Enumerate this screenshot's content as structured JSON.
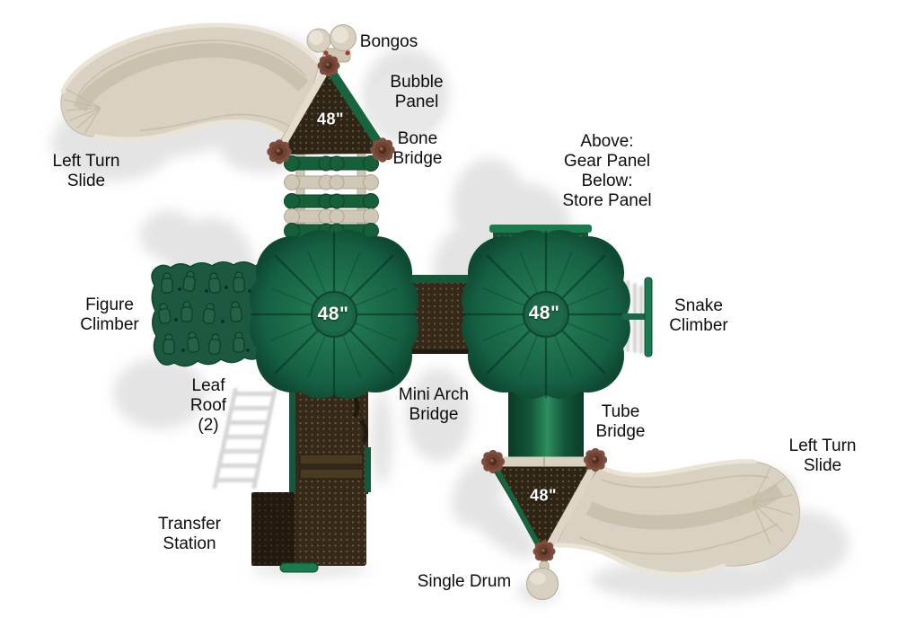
{
  "figure": {
    "type": "playground_equipment_top_view_diagram",
    "labels": {
      "bongos": "Bongos",
      "bubble_panel": "Bubble\nPanel",
      "bone_bridge": "Bone\nBridge",
      "left_turn_slide_top": "Left Turn\nSlide",
      "gear_store_panel": "Above:\nGear Panel\nBelow:\nStore Panel",
      "figure_climber": "Figure\nClimber",
      "snake_climber": "Snake\nClimber",
      "leaf_roof": "Leaf\nRoof\n(2)",
      "mini_arch_bridge": "Mini Arch\nBridge",
      "tube_bridge": "Tube\nBridge",
      "left_turn_slide_bottom": "Left Turn\nSlide",
      "transfer_station": "Transfer\nStation",
      "single_drum": "Single Drum"
    },
    "measurements": {
      "top_tower_roof": "48\"",
      "left_leaf_roof": "48\"",
      "right_leaf_roof": "48\"",
      "bottom_tower_roof": "48\""
    },
    "colors": {
      "leaf_green": "#1a6a47",
      "leaf_green_dark": "#0f4c33",
      "structure_green": "#15593c",
      "bright_green": "#1b7a4e",
      "slide_tan": "#d9d1c1",
      "slide_tan_light": "#eae4d7",
      "slide_tan_dark": "#c3b9a4",
      "deck_brown": "#36291a",
      "deck_brown_dark": "#221a0e",
      "connector_brown": "#7a4a3a",
      "connector_brown_dark": "#52301f",
      "label_text": "#0d0d0d",
      "background": "#ffffff",
      "shadow_gray": "#c9c9c9"
    }
  }
}
